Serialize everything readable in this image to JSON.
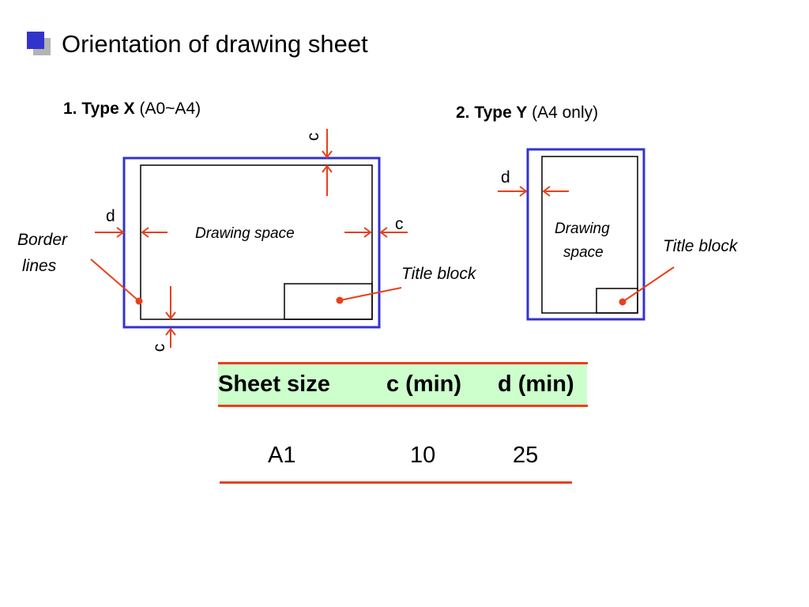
{
  "title": "Orientation of drawing sheet",
  "type_x": {
    "bold": "1. Type X",
    "rest": " (A0~A4)"
  },
  "type_y": {
    "bold": "2. Type Y",
    "rest": " (A4 only)"
  },
  "labels": {
    "c": "c",
    "d": "d",
    "border_lines_1": "Border",
    "border_lines_2": "lines",
    "drawing_space": "Drawing space",
    "drawing_space_y1": "Drawing",
    "drawing_space_y2": "space",
    "title_block": "Title block"
  },
  "colors": {
    "border": "#3333cc",
    "arrow": "#e8401c",
    "header_bg": "#ccffcc"
  },
  "table": {
    "headers": [
      "Sheet size",
      "c (min)",
      "d (min)"
    ],
    "rows": [
      [
        "A1",
        "10",
        "25"
      ]
    ]
  }
}
